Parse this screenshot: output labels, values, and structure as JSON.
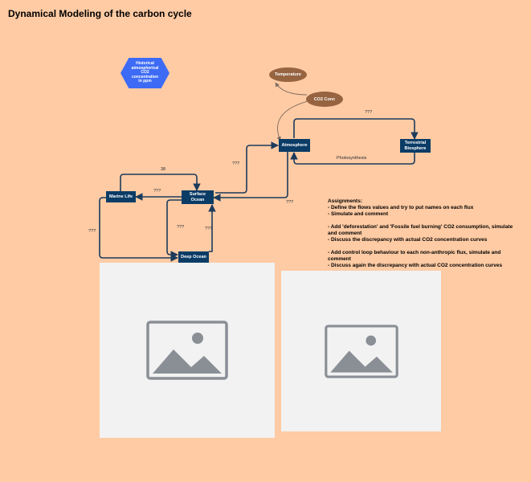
{
  "title": "Dynamical Modeling of the carbon cycle",
  "colors": {
    "background": "#FFCBA4",
    "node": "#0B3C66",
    "ellipse": "#966440",
    "hexagon": "#3D6BF5",
    "connector": "#1C3B5C"
  },
  "nodes": {
    "atmosphere": "Atmosphere",
    "terrestrial": "Terrestrial Biosphere",
    "surface_ocean": "Surface Ocean",
    "marine_life": "Marine Life",
    "deep_ocean": "Deep Ocean",
    "temperature": "Temperature",
    "co2_conc": "CO2 Conc",
    "historical": "Historical atmospherical CO2 concentration in ppm"
  },
  "edge_labels": {
    "atm_terr_top": "???",
    "photosynthesis": "Photosynthesis",
    "surface_to_atm": "???",
    "atm_to_surface": "???",
    "marine_top": "38",
    "marine_surface": "???",
    "marine_deep": "???",
    "surface_deep_left": "???",
    "surface_deep_right": "???"
  },
  "assignments": [
    "Assignments:",
    "- Define the flows values and try to put names on each flux",
    "- Simulate and comment",
    "",
    "- Add 'deforestation' and 'Fossile fuel burning' CO2 consumption, simulate and comment",
    "- Discuss the discrepancy with actual CO2 concentration curves",
    "",
    "- Add control loop behaviour to each non-anthropic flux, simulate and comment",
    "- Discuss again the discrepancy with actual CO2 concentration curves"
  ],
  "placeholders": [
    "image-placeholder-icon",
    "image-placeholder-icon"
  ]
}
